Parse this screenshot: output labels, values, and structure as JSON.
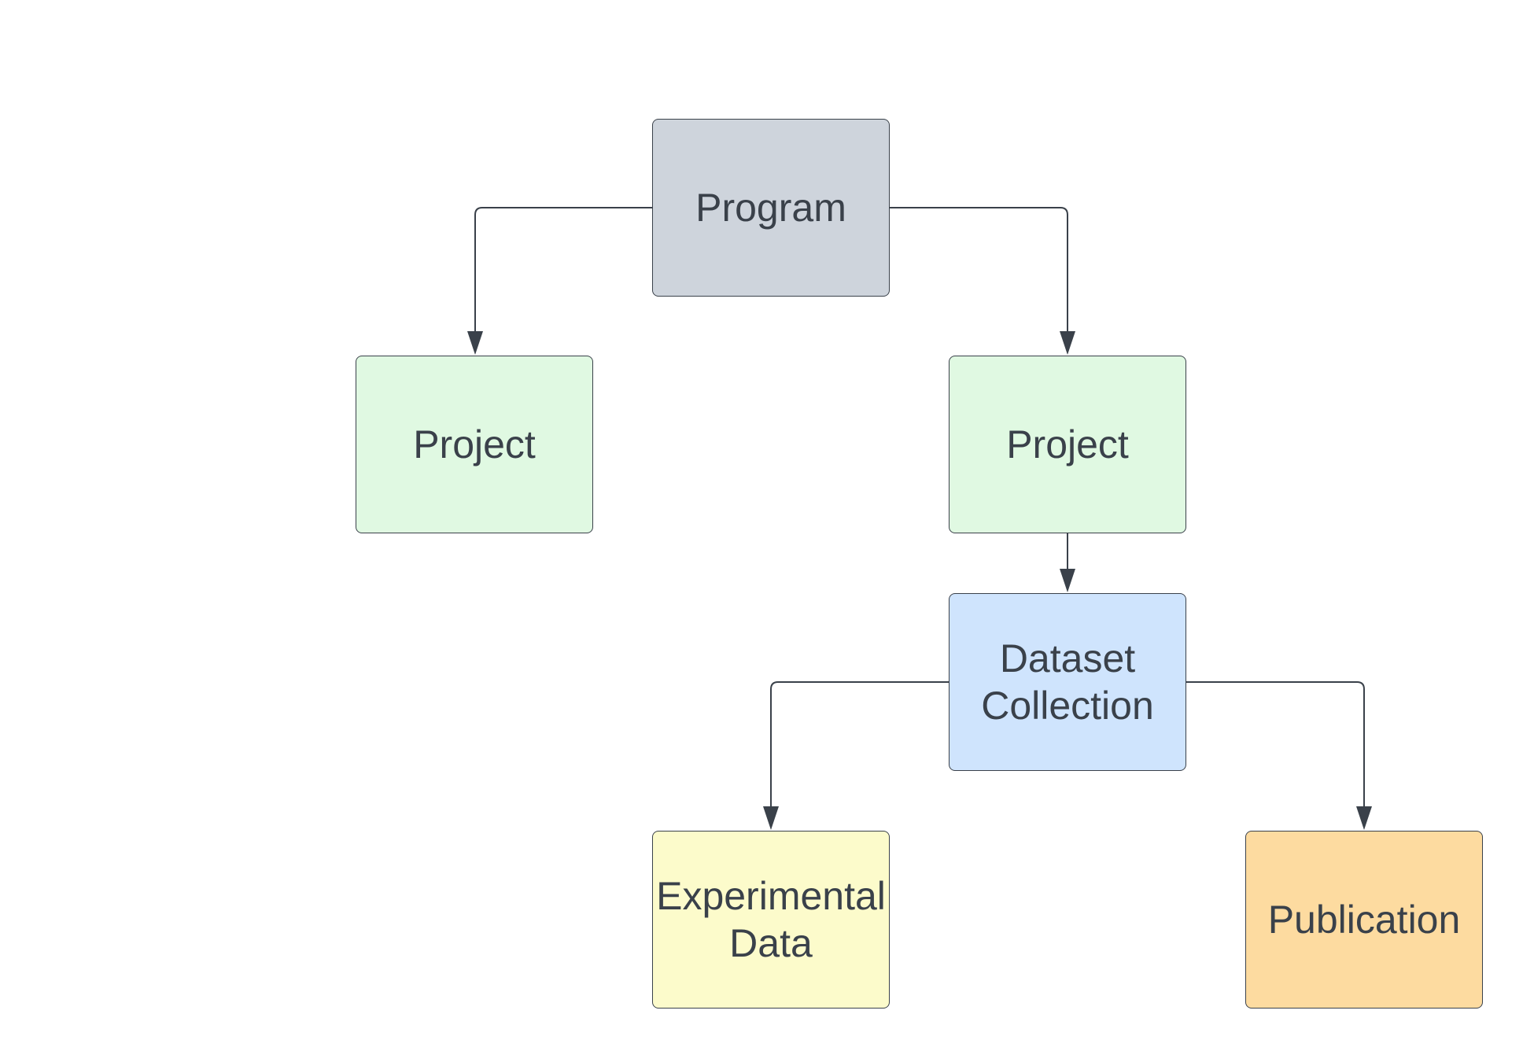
{
  "diagram": {
    "nodes": [
      {
        "id": "program",
        "label": "Program",
        "fill": "#ced4dc"
      },
      {
        "id": "project_left",
        "label": "Project",
        "fill": "#e0f9e2"
      },
      {
        "id": "project_right",
        "label": "Project",
        "fill": "#e0f9e2"
      },
      {
        "id": "dataset_collection",
        "label": "Dataset\nCollection",
        "fill": "#cfe4fd"
      },
      {
        "id": "experimental_data",
        "label": "Experimental\nData",
        "fill": "#fcfbcb"
      },
      {
        "id": "publication",
        "label": "Publication",
        "fill": "#fddba0"
      }
    ],
    "edges": [
      {
        "from": "program",
        "to": "project_left"
      },
      {
        "from": "program",
        "to": "project_right"
      },
      {
        "from": "project_right",
        "to": "dataset_collection"
      },
      {
        "from": "dataset_collection",
        "to": "experimental_data"
      },
      {
        "from": "dataset_collection",
        "to": "publication"
      }
    ],
    "colors": {
      "stroke": "#3a414a",
      "text": "#3a414a",
      "background": "#ffffff"
    }
  }
}
